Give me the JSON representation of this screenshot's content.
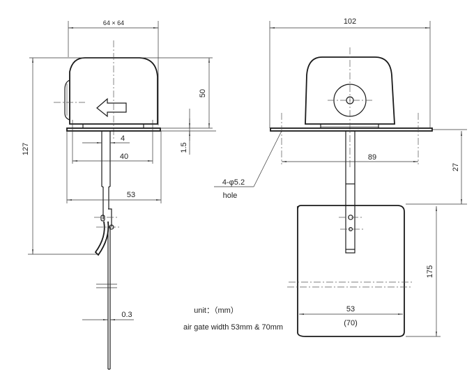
{
  "drawing": {
    "left_view": {
      "dimensions": {
        "top_width": "64 × 64",
        "height": "50",
        "overall_height": "127",
        "plate_thickness": "1.5",
        "stem_width": "4",
        "inner_width": "40",
        "bracket_width": "53",
        "blade_thickness": "0.3"
      }
    },
    "right_view": {
      "dimensions": {
        "overall_width": "102",
        "hole_spacing": "89",
        "stem_length": "27",
        "paddle_height": "175",
        "paddle_width": "53",
        "paddle_width_alt": "(70)"
      },
      "hole_callout": {
        "spec": "4-φ5.2",
        "label": "hole"
      }
    },
    "notes": {
      "unit": "unit：（mm）",
      "air_gate": "air gate width  53mm  & 70mm"
    }
  }
}
